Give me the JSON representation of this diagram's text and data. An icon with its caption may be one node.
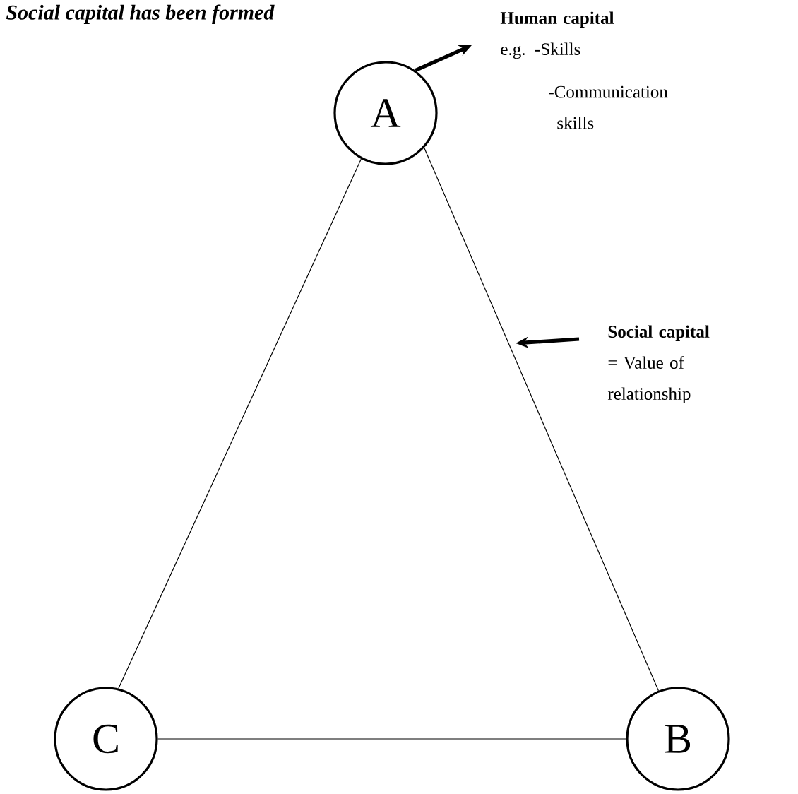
{
  "diagram": {
    "title": "Social capital has been formed",
    "nodes": [
      {
        "text": [
          "A"
        ]
      },
      {
        "text": [
          "B"
        ]
      },
      {
        "text": [
          "C"
        ]
      },
      {
        "text": [
          "Human capital",
          "e.g. -Skills",
          "-Communication skills"
        ]
      },
      {
        "text": [
          "Social capital",
          "= Value of relationship"
        ]
      }
    ],
    "edges": [
      {
        "from": 0,
        "to": 1,
        "arrow": "none"
      },
      {
        "from": 1,
        "to": 2,
        "arrow": "none"
      },
      {
        "from": 2,
        "to": 0,
        "arrow": "none"
      },
      {
        "from": 0,
        "to": 3,
        "arrow": "to",
        "style": "thick"
      },
      {
        "from": 4,
        "to": null,
        "arrow": "to",
        "style": "thick"
      }
    ]
  }
}
